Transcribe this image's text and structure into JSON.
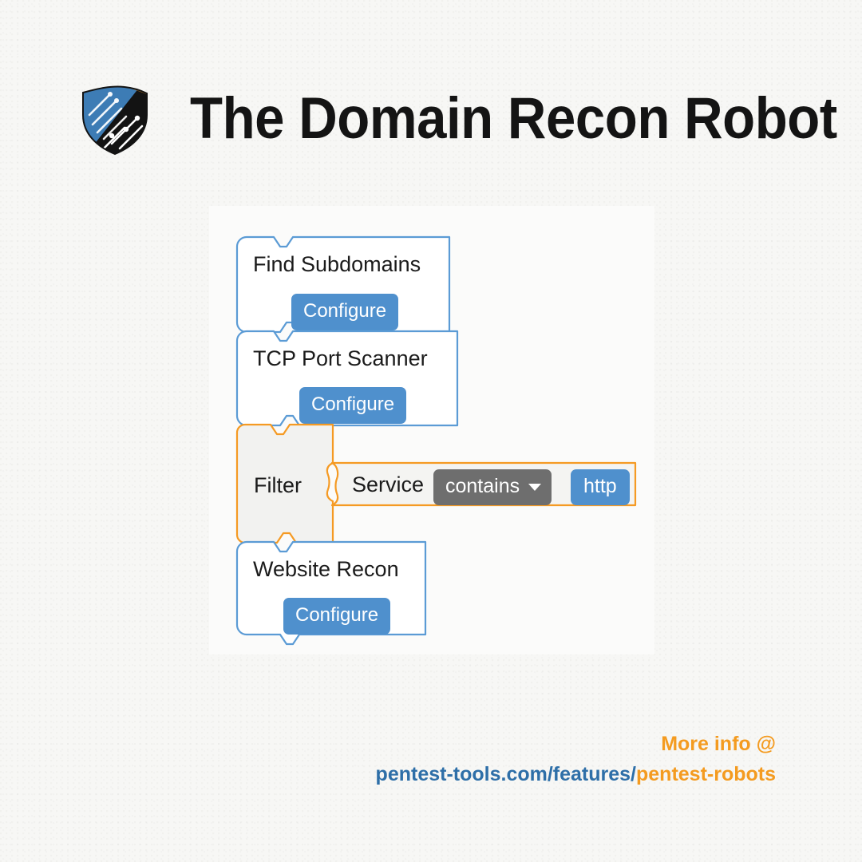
{
  "header": {
    "title": "The Domain Recon Robot",
    "logo": {
      "name": "pentest-tools-shield-logo",
      "colors": {
        "top_band": "#f59a23",
        "shield_blue": "#3d7cb5",
        "shield_dark": "#131313"
      }
    }
  },
  "workflow": {
    "blocks": [
      {
        "id": "find-subdomains",
        "label": "Find Subdomains",
        "type": "tool",
        "accent": "#5b9bd5",
        "fill": "#ffffff",
        "button": "Configure"
      },
      {
        "id": "tcp-port-scanner",
        "label": "TCP Port Scanner",
        "type": "tool",
        "accent": "#5b9bd5",
        "fill": "#ffffff",
        "button": "Configure"
      },
      {
        "id": "filter",
        "label": "Filter",
        "type": "filter",
        "accent": "#f59a23",
        "fill": "#f2f2f0",
        "condition": {
          "field_label": "Service",
          "operator": "contains",
          "operator_caret": "chevron-down-icon",
          "value": "http"
        }
      },
      {
        "id": "website-recon",
        "label": "Website Recon",
        "type": "tool",
        "accent": "#5b9bd5",
        "fill": "#ffffff",
        "button": "Configure"
      }
    ]
  },
  "footer": {
    "cta": "More info @",
    "url_prefix": "pentest-tools.com/features/",
    "url_highlight": "pentest-robots"
  },
  "theme": {
    "background": "#f7f7f5",
    "canvas": "#fbfbfa",
    "blue": "#5b9bd5",
    "button_blue": "#4f90cd",
    "orange": "#f59a23",
    "dropdown_gray": "#6e6e6e",
    "text": "#1b1b1b",
    "link_blue": "#2e6fa8"
  }
}
